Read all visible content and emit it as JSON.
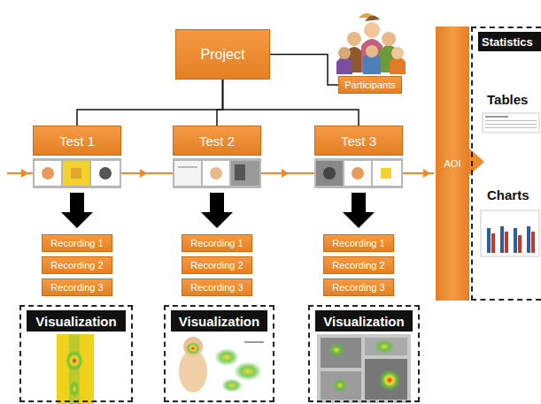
{
  "diagram": {
    "nodes": [
      {
        "text": [
          "Project"
        ]
      },
      {
        "text": [
          "Participants"
        ]
      },
      {
        "text": [
          "Test 1"
        ]
      },
      {
        "text": [
          "Test 2"
        ]
      },
      {
        "text": [
          "Test 3"
        ]
      },
      {
        "text": [
          "Recording 1"
        ]
      },
      {
        "text": [
          "Recording 2"
        ]
      },
      {
        "text": [
          "Recording 3"
        ]
      },
      {
        "text": [
          "Recording 1"
        ]
      },
      {
        "text": [
          "Recording 2"
        ]
      },
      {
        "text": [
          "Recording 3"
        ]
      },
      {
        "text": [
          "Recording 1"
        ]
      },
      {
        "text": [
          "Recording 2"
        ]
      },
      {
        "text": [
          "Recording 3"
        ]
      },
      {
        "text": [
          "Visualization"
        ]
      },
      {
        "text": [
          "Visualization"
        ]
      },
      {
        "text": [
          "Visualization"
        ]
      },
      {
        "text": [
          "AOI"
        ]
      },
      {
        "text": [
          "Statistics",
          "Tables",
          "Charts"
        ]
      }
    ],
    "edges": [
      {
        "from": 0,
        "to": 1,
        "arrow": "none"
      },
      {
        "from": 0,
        "to": 2,
        "arrow": "none"
      },
      {
        "from": 0,
        "to": 3,
        "arrow": "none"
      },
      {
        "from": 0,
        "to": 4,
        "arrow": "none"
      }
    ]
  }
}
